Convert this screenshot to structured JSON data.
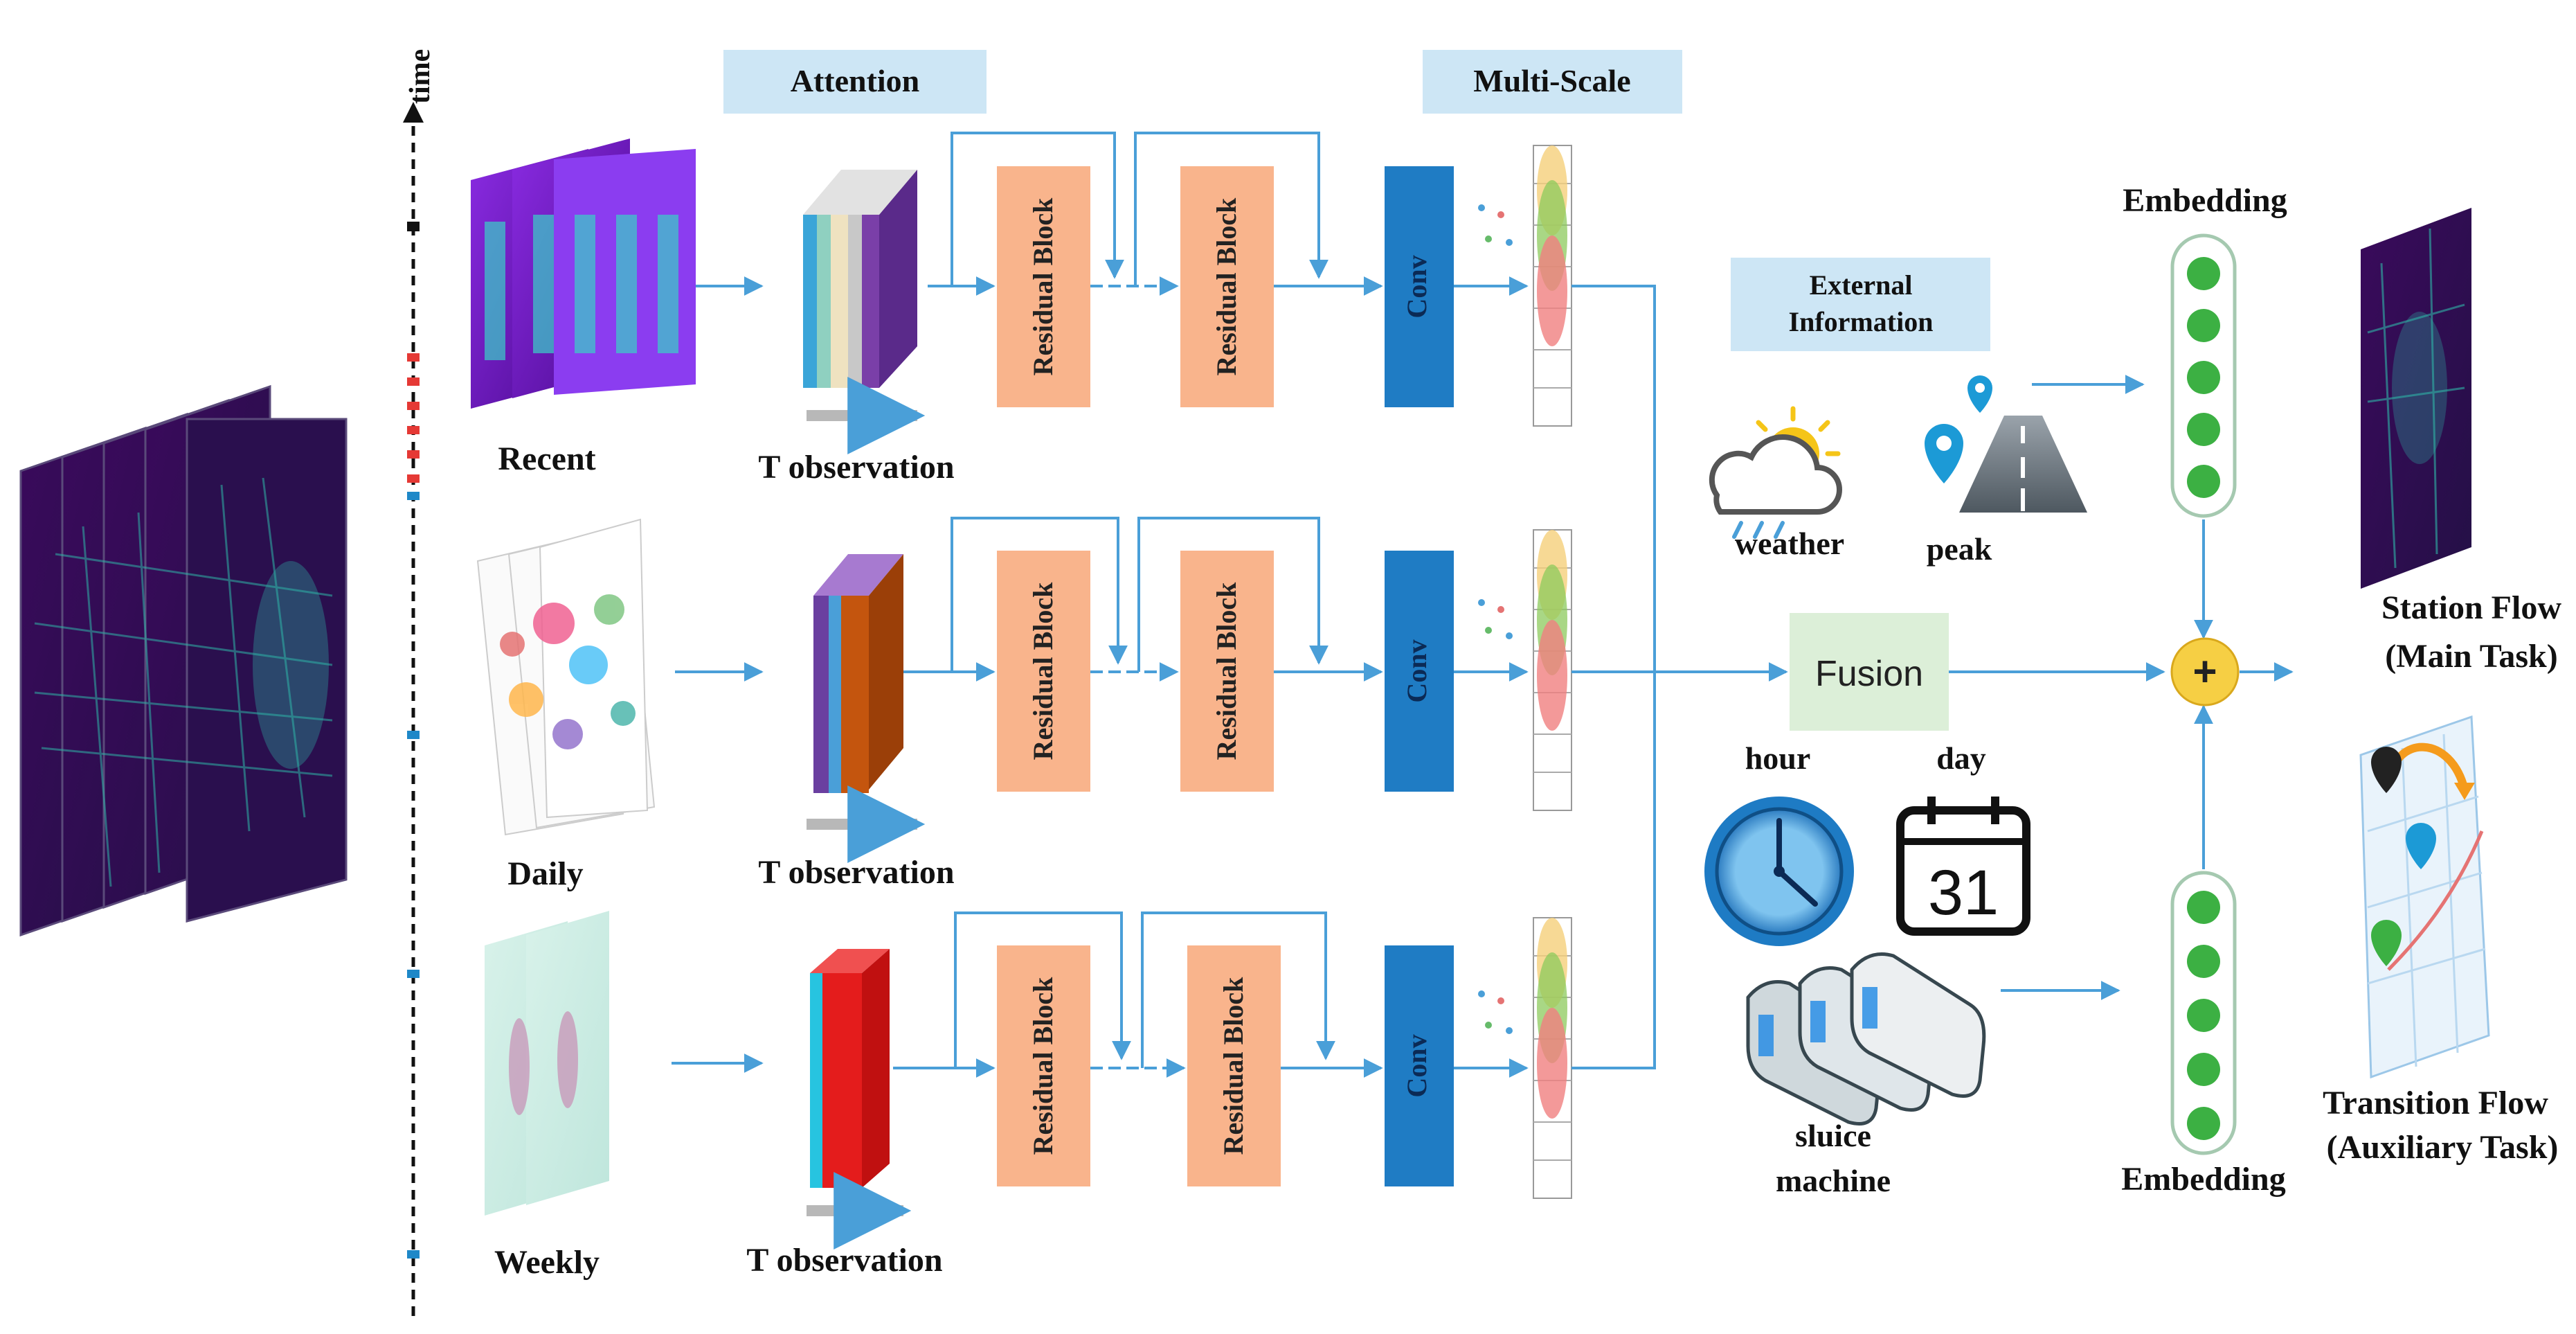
{
  "colors": {
    "arrow": "#4a9fd8",
    "residual_block": "#f9b48c",
    "conv": "#1f7cc4",
    "label_box": "#cde6f5",
    "fusion_box": "#dcefd8",
    "embed_dot": "#3cb043",
    "plus": "#f6cf44"
  },
  "timeline": {
    "label": "time"
  },
  "headers": {
    "attention": "Attention",
    "multi_scale": "Multi-Scale",
    "external_info_line1": "External",
    "external_info_line2": "Information"
  },
  "branches": [
    {
      "name": "Recent",
      "obs": "T observation",
      "rb1": "Residual Block",
      "rb2": "Residual Block",
      "conv": "Conv"
    },
    {
      "name": "Daily",
      "obs": "T observation",
      "rb1": "Residual Block",
      "rb2": "Residual Block",
      "conv": "Conv"
    },
    {
      "name": "Weekly",
      "obs": "T observation",
      "rb1": "Residual Block",
      "rb2": "Residual Block",
      "conv": "Conv"
    }
  ],
  "fusion": {
    "label": "Fusion",
    "plus": "+"
  },
  "external": {
    "weather": "weather",
    "peak": "peak",
    "hour": "hour",
    "day": "day",
    "calendar_day": "31",
    "sluice_line1": "sluice",
    "sluice_line2": "machine"
  },
  "embedding": {
    "top": "Embedding",
    "bottom": "Embedding"
  },
  "outputs": {
    "station_line1": "Station Flow",
    "station_line2": "(Main Task)",
    "transition_line1": "Transition Flow",
    "transition_line2": "(Auxiliary Task)"
  }
}
